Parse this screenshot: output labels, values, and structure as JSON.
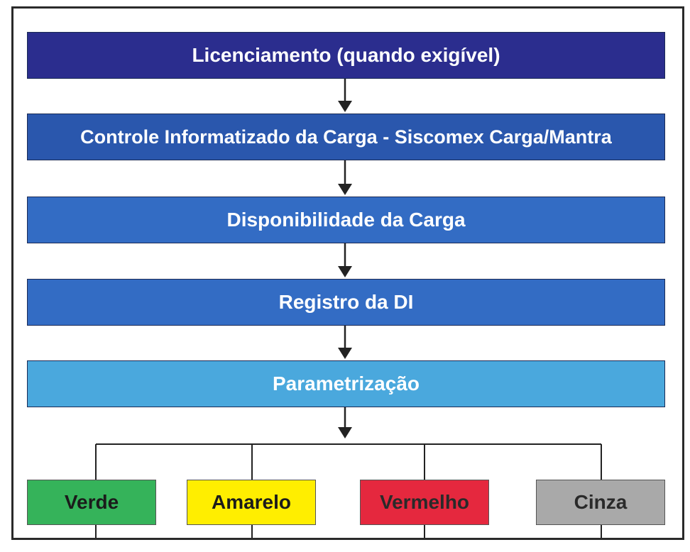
{
  "steps": [
    {
      "label": "Licenciamento (quando exigível)",
      "color": "#2b2d8e"
    },
    {
      "label": "Controle Informatizado da Carga - Siscomex Carga/Mantra",
      "color": "#2a57ad"
    },
    {
      "label": "Disponibilidade da Carga",
      "color": "#336cc4"
    },
    {
      "label": "Registro da DI",
      "color": "#336cc4"
    },
    {
      "label": "Parametrização",
      "color": "#4aa8dd"
    }
  ],
  "outcomes": [
    {
      "label": "Verde",
      "color": "#35b35a"
    },
    {
      "label": "Amarelo",
      "color": "#ffee00"
    },
    {
      "label": "Vermelho",
      "color": "#e5283e"
    },
    {
      "label": "Cinza",
      "color": "#a9a9a9"
    }
  ],
  "colors": {
    "border": "#2a2a2a",
    "connector": "#222222"
  }
}
